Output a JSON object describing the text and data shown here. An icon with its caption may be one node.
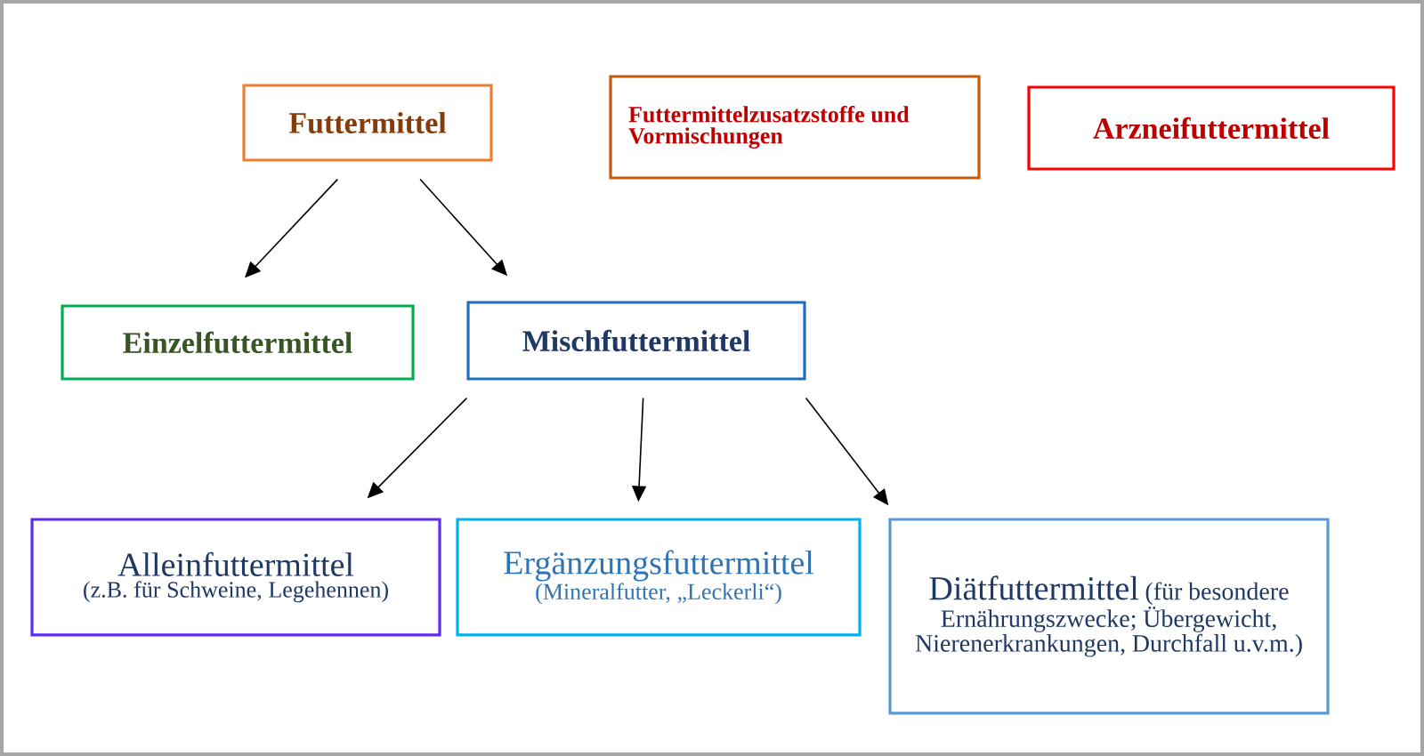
{
  "diagram": {
    "nodes": [
      {
        "text": [
          "Futtermittel"
        ]
      },
      {
        "text": [
          "Futtermittelzusatzstoffe und Vormischungen"
        ]
      },
      {
        "text": [
          "Arzneifuttermittel"
        ]
      },
      {
        "text": [
          "Einzelfuttermittel"
        ]
      },
      {
        "text": [
          "Mischfuttermittel"
        ]
      },
      {
        "text": [
          "Alleinfuttermittel",
          "(z.B. für Schweine, Legehennen)"
        ]
      },
      {
        "text": [
          "Ergänzungsfuttermittel",
          "(Mineralfutter, „Leckerli“)"
        ]
      },
      {
        "text": [
          "Diätfuttermittel",
          "(für besondere Ernährungszwecke; Übergewicht, Nierenerkrankungen, Durchfall u.v.m.)"
        ]
      }
    ],
    "edges": [
      {
        "from": 0,
        "to": 3,
        "arrow": "to"
      },
      {
        "from": 0,
        "to": 4,
        "arrow": "to"
      },
      {
        "from": 4,
        "to": 5,
        "arrow": "to"
      },
      {
        "from": 4,
        "to": 6,
        "arrow": "to"
      },
      {
        "from": 4,
        "to": 7,
        "arrow": "to"
      }
    ]
  }
}
